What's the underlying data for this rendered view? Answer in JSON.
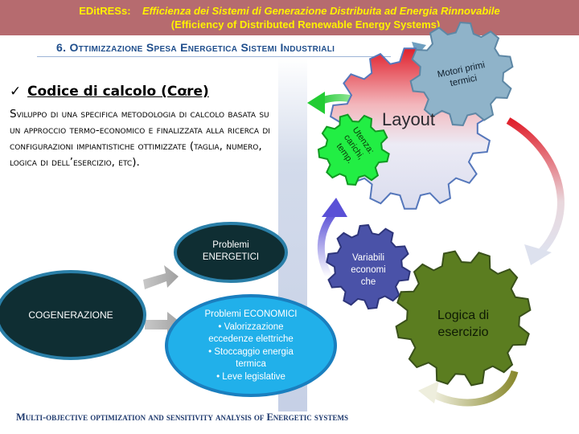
{
  "header": {
    "lead": "EDitRESs:",
    "title_it": "Efficienza dei Sistemi di Generazione Distribuita ad Energia Rinnovabile",
    "title_en": "(Efficiency of Distributed Renewable Energy Systems)"
  },
  "section": {
    "title": "6. Ottimizzazione Spesa Energetica Sistemi Industriali"
  },
  "core": {
    "check": "✓",
    "title": "Codice di calcolo (Core)",
    "colon": ":",
    "description": "Sviluppo di una specifica metodologia di calcolo basata su un approccio termo-economico e finalizzata alla ricerca di configurazioni impiantistiche ottimizzate (taglia, numero, logica di dell’esercizio, etc)."
  },
  "diagram": {
    "cogenerazione": "COGENERAZIONE",
    "problemi_energetici": [
      "Problemi",
      "ENERGETICI"
    ],
    "problemi_economici": {
      "title": "Problemi ECONOMICI",
      "bullets": [
        "• Valorizzazione",
        "eccedenze elettriche",
        "• Stoccaggio energia",
        "termica",
        "• Leve legislative"
      ]
    },
    "gears": {
      "layout": "Layout",
      "motori": [
        "Motori primi",
        "termici"
      ],
      "utenza": [
        "Utenza:",
        "carichi,",
        "temp."
      ],
      "variabili": [
        "Variabili",
        "economi",
        "che"
      ],
      "logica": [
        "Logica di",
        "esercizio"
      ]
    },
    "colors": {
      "layout_gear": "#e8e8f2",
      "motori_gear": "#8fb3c9",
      "utenza_gear": "#22ee44",
      "variabili_gear": "#4a52a8",
      "logica_gear": "#5b7d20",
      "cogenerazione": "#0f2e33",
      "economici": "#21b0ea"
    }
  },
  "footer": {
    "text": "Multi-objective optimization and sensitivity analysis of Energetic systems"
  }
}
